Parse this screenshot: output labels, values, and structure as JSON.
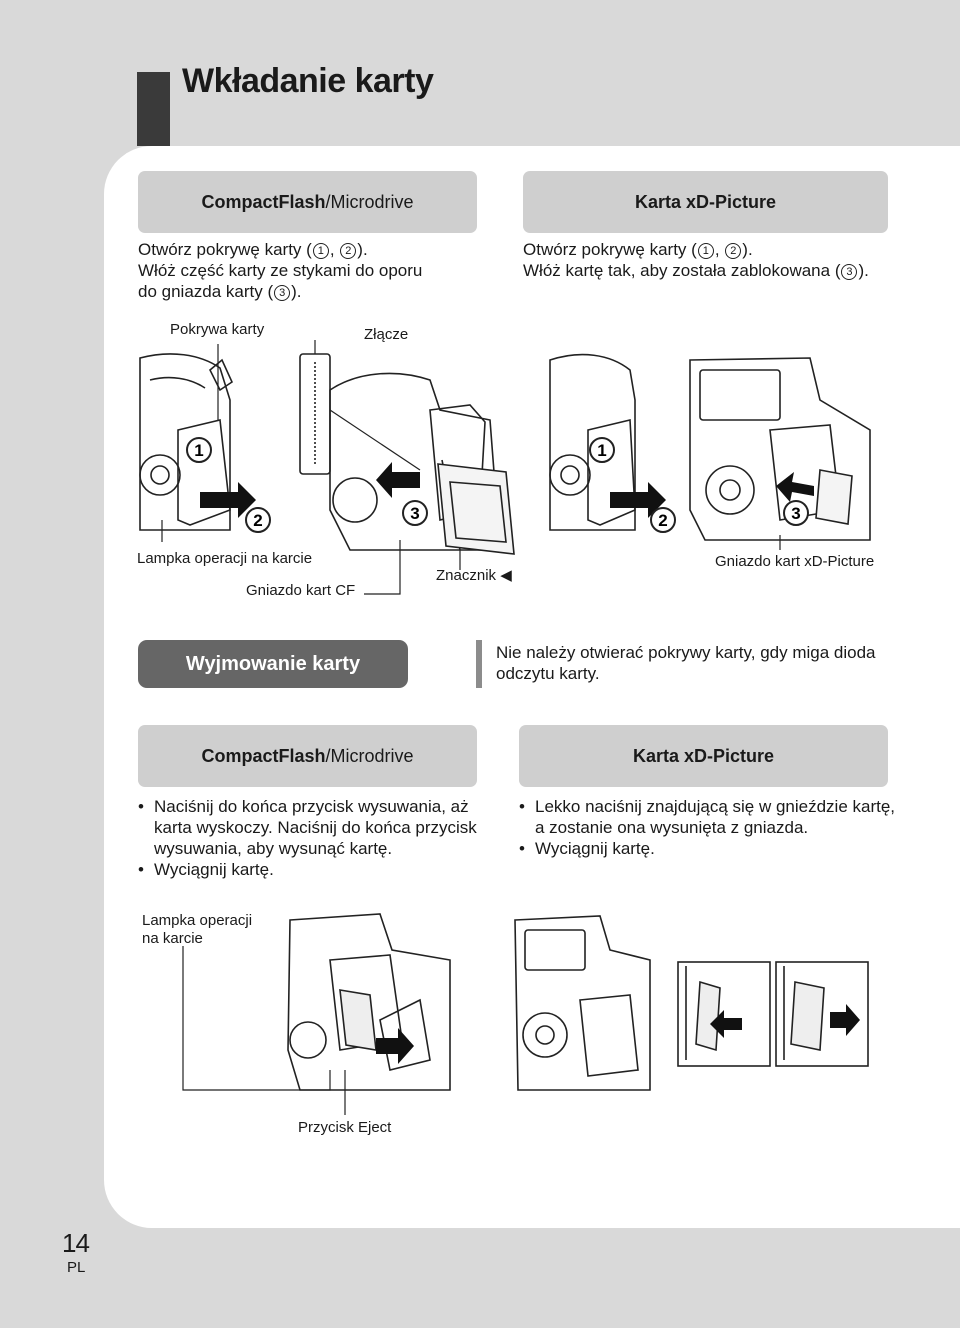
{
  "page_title": "Wkładanie karty",
  "insert": {
    "cf": {
      "header_a": "CompactFlash",
      "header_b": "/Microdrive",
      "line1_pre": "Otwórz pokrywę karty (",
      "n1": "1",
      "sep": ",",
      "n2": "2",
      "line1_post": ").",
      "line2": "Włóż część karty ze stykami do oporu",
      "line3_pre": "do gniazda karty (",
      "n3": "3",
      "line3_post": ")."
    },
    "xd": {
      "header": "Karta xD-Picture",
      "line1_pre": "Otwórz pokrywę karty (",
      "n1": "1",
      "sep": ",",
      "n2": "2",
      "line1_post": ").",
      "line2_pre": "Włóż kartę tak, aby została zablokowana (",
      "n3": "3",
      "line2_post": ")."
    }
  },
  "labels": {
    "card_cover": "Pokrywa karty",
    "connector": "Złącze",
    "access_lamp": "Lampka operacji na karcie",
    "cf_slot": "Gniazdo kart CF",
    "mark": "Znacznik ◀",
    "xd_slot": "Gniazdo kart xD-Picture",
    "access_lamp_l1": "Lampka operacji",
    "access_lamp_l2": "na karcie",
    "eject_button": "Przycisk Eject"
  },
  "figure_numbers": {
    "n1": "1",
    "n2": "2",
    "n3": "3"
  },
  "removal": {
    "pill": "Wyjmowanie karty",
    "note_line1": "Nie należy otwierać pokrywy karty, gdy miga dioda",
    "note_line2": "odczytu karty.",
    "cf": {
      "header_a": "CompactFlash",
      "header_b": "/Microdrive",
      "b1_l1": "Naciśnij do końca przycisk wysuwania, aż",
      "b1_l2": "karta wyskoczy. Naciśnij do końca przycisk",
      "b1_l3": "wysuwania, aby wysunąć kartę.",
      "b2": "Wyciągnij kartę."
    },
    "xd": {
      "header": "Karta xD-Picture",
      "b1_l1": "Lekko naciśnij znajdującą się w gnieździe kartę,",
      "b1_l2": "a zostanie ona wysunięta z gniazda.",
      "b2": "Wyciągnij kartę."
    }
  },
  "page_number": "14",
  "language": "PL"
}
